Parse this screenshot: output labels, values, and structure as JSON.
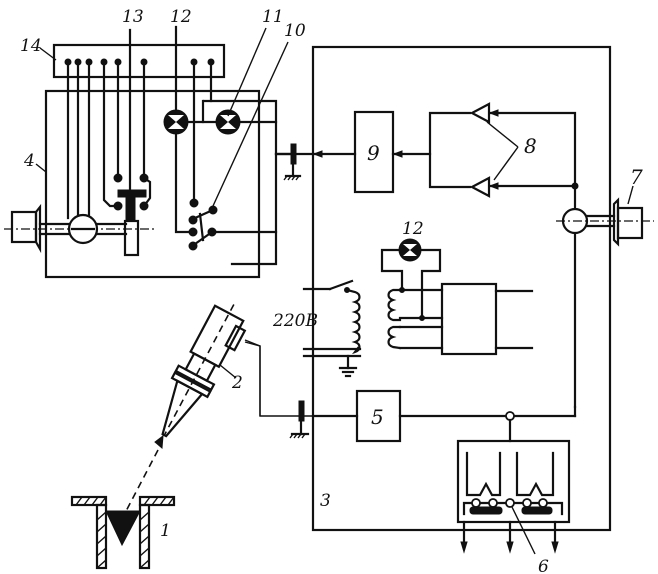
{
  "diagram": {
    "type": "electrical-mechanical schematic",
    "labels": {
      "l1": "1",
      "l2": "2",
      "l3": "3",
      "l4": "4",
      "l5": "5",
      "l6": "6",
      "l7": "7",
      "l8": "8",
      "l9": "9",
      "l10": "10",
      "l11": "11",
      "l12_top": "12",
      "l12_mid": "12",
      "l13": "13",
      "l14": "14",
      "voltage": "220B"
    },
    "colors": {
      "ink": "#111111",
      "paper": "#ffffff"
    }
  }
}
